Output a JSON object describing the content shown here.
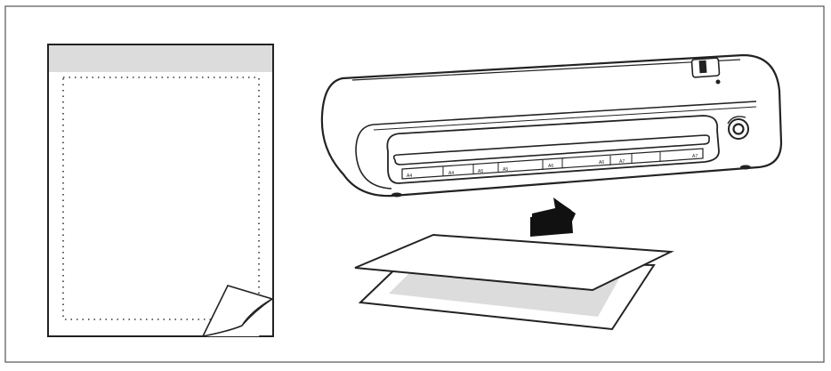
{
  "figure": {
    "panel_labels": [
      "A4",
      "A4",
      "A5",
      "A5",
      "A6",
      "A6",
      "A7",
      "A7"
    ],
    "colors": {
      "line": "#222222",
      "shade": "#dcdcdc",
      "paper": "#ffffff"
    }
  }
}
